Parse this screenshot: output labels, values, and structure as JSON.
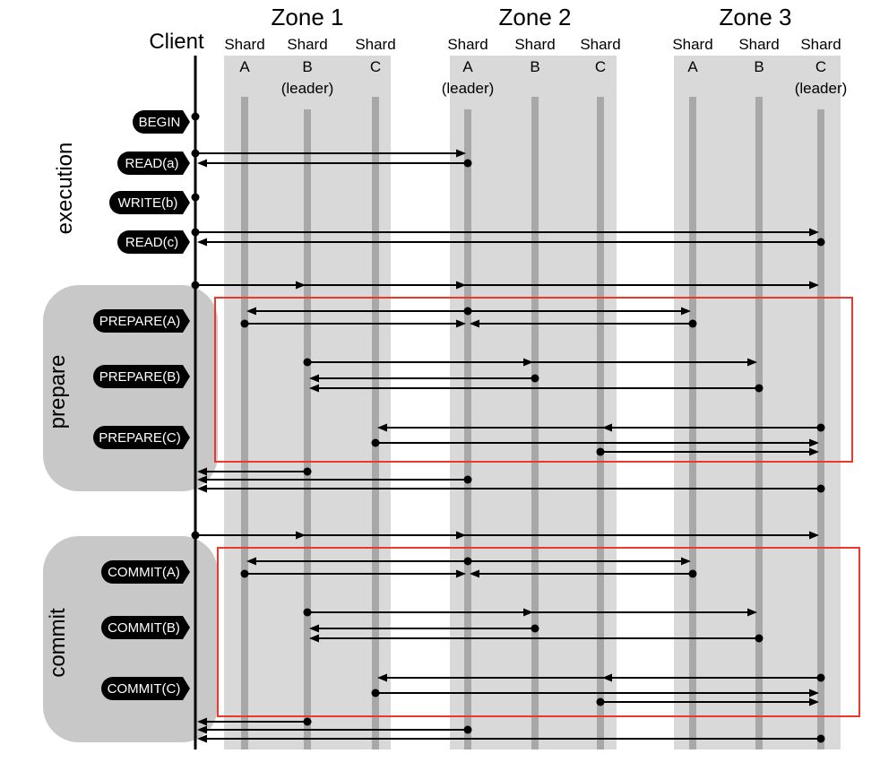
{
  "client_label": "Client",
  "shard_word": "Shard",
  "leader_word": "(leader)",
  "zones": [
    {
      "title": "Zone 1",
      "shards": [
        {
          "letter": "A",
          "leader": false
        },
        {
          "letter": "B",
          "leader": true
        },
        {
          "letter": "C",
          "leader": false
        }
      ]
    },
    {
      "title": "Zone 2",
      "shards": [
        {
          "letter": "A",
          "leader": true
        },
        {
          "letter": "B",
          "leader": false
        },
        {
          "letter": "C",
          "leader": false
        }
      ]
    },
    {
      "title": "Zone 3",
      "shards": [
        {
          "letter": "A",
          "leader": false
        },
        {
          "letter": "B",
          "leader": false
        },
        {
          "letter": "C",
          "leader": true
        }
      ]
    }
  ],
  "phases": [
    "execution",
    "prepare",
    "commit"
  ],
  "operations": [
    {
      "label": "BEGIN",
      "phase": "execution"
    },
    {
      "label": "READ(a)",
      "phase": "execution"
    },
    {
      "label": "WRITE(b)",
      "phase": "execution"
    },
    {
      "label": "READ(c)",
      "phase": "execution"
    },
    {
      "label": "PREPARE(A)",
      "phase": "prepare"
    },
    {
      "label": "PREPARE(B)",
      "phase": "prepare"
    },
    {
      "label": "PREPARE(C)",
      "phase": "prepare"
    },
    {
      "label": "COMMIT(A)",
      "phase": "commit"
    },
    {
      "label": "COMMIT(B)",
      "phase": "commit"
    },
    {
      "label": "COMMIT(C)",
      "phase": "commit"
    }
  ],
  "colors": {
    "zone_background": "#d9d9d9",
    "phase_background": "#c8c8c8",
    "shard_line": "#a8a8a8",
    "highlight_box": "#e8392b",
    "arrow": "#000000"
  }
}
